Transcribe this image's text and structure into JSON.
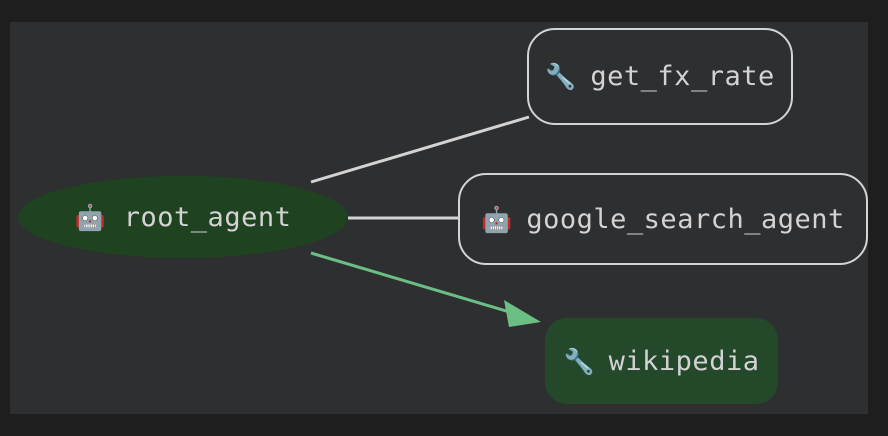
{
  "diagram": {
    "title": "agent hierarchy graph",
    "background_color": "#1e1e1e",
    "canvas_color": "#2e2f31",
    "nodes": [
      {
        "id": "root_agent",
        "label": "root_agent",
        "icon": "robot-icon",
        "icon_glyph": "🤖",
        "shape": "ellipse",
        "fill_color": "#1f4220",
        "text_color": "#d3d3d3",
        "border_color": "none"
      },
      {
        "id": "get_fx_rate",
        "label": "get_fx_rate",
        "icon": "wrench-icon",
        "icon_glyph": "🔧",
        "shape": "rounded-rect",
        "fill_color": "#2e2f31",
        "text_color": "#d3d3d3",
        "border_color": "#d3d3d3"
      },
      {
        "id": "google_search_agent",
        "label": "google_search_agent",
        "icon": "robot-icon",
        "icon_glyph": "🤖",
        "shape": "rounded-rect",
        "fill_color": "#2e2f31",
        "text_color": "#d3d3d3",
        "border_color": "#d3d3d3"
      },
      {
        "id": "wikipedia",
        "label": "wikipedia",
        "icon": "wrench-icon",
        "icon_glyph": "🔧",
        "shape": "rounded-rect",
        "fill_color": "#24482a",
        "text_color": "#d3d3d3",
        "border_color": "none"
      }
    ],
    "edges": [
      {
        "id": "root-to-get-fx-rate",
        "from": "root_agent",
        "to": "get_fx_rate",
        "color": "#d3d3d3",
        "arrowhead": "none"
      },
      {
        "id": "root-to-google-search-agent",
        "from": "root_agent",
        "to": "google_search_agent",
        "color": "#d3d3d3",
        "arrowhead": "none"
      },
      {
        "id": "root-to-wikipedia",
        "from": "root_agent",
        "to": "wikipedia",
        "color": "#6cbf84",
        "arrowhead": "triangle"
      }
    ]
  }
}
